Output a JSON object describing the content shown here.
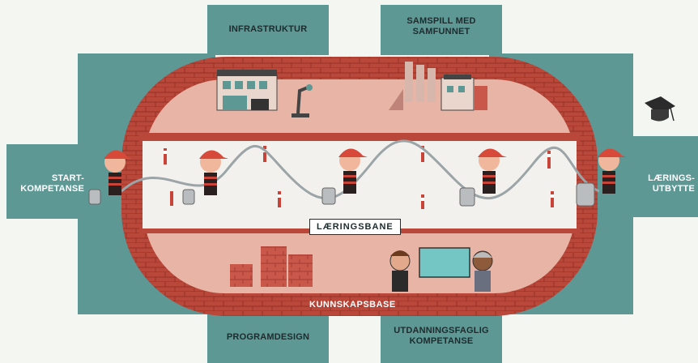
{
  "labels": {
    "infrastruktur": "INFRASTRUKTUR",
    "samspill_line1": "SAMSPILL MED",
    "samspill_line2": "SAMFUNNET",
    "start_line1": "START-",
    "start_line2": "KOMPETANSE",
    "laering_line1": "LÆRINGS-",
    "laering_line2": "UTBYTTE",
    "laeringsbane": "LÆRINGSBANE",
    "kunnskapsbase": "KUNNSKAPSBASE",
    "programdesign": "PROGRAMDESIGN",
    "utdanning_line1": "UTDANNINGSFAGLIG",
    "utdanning_line2": "KOMPETANSE"
  },
  "colors": {
    "teal": "#5e9895",
    "brick": "#b9473a",
    "pink": "#e8b4a5",
    "track": "#f3f1ee",
    "ink": "#1e2b2d"
  }
}
